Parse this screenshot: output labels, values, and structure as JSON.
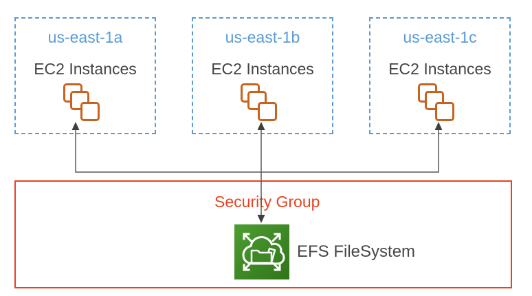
{
  "zones": [
    {
      "name": "us-east-1a",
      "resource_label": "EC2 Instances"
    },
    {
      "name": "us-east-1b",
      "resource_label": "EC2 Instances"
    },
    {
      "name": "us-east-1c",
      "resource_label": "EC2 Instances"
    }
  ],
  "security_group": {
    "label": "Security Group"
  },
  "efs": {
    "label": "EFS FileSystem"
  },
  "icons": {
    "ec2": "stacked-instance-squares-icon",
    "efs": "efs-cloud-folder-expand-icon"
  },
  "colors": {
    "zone_border_blue": "#5B9BD5",
    "zone_title_blue": "#5B9BD5",
    "label_dark_gray": "#444444",
    "ec2_orange": "#C7631F",
    "security_group_red": "#E8431F",
    "connector_gray": "#595959",
    "arrowhead_dark": "#3F3F3F",
    "efs_green_light": "#4E9D32",
    "efs_green_dark": "#2F7519"
  }
}
